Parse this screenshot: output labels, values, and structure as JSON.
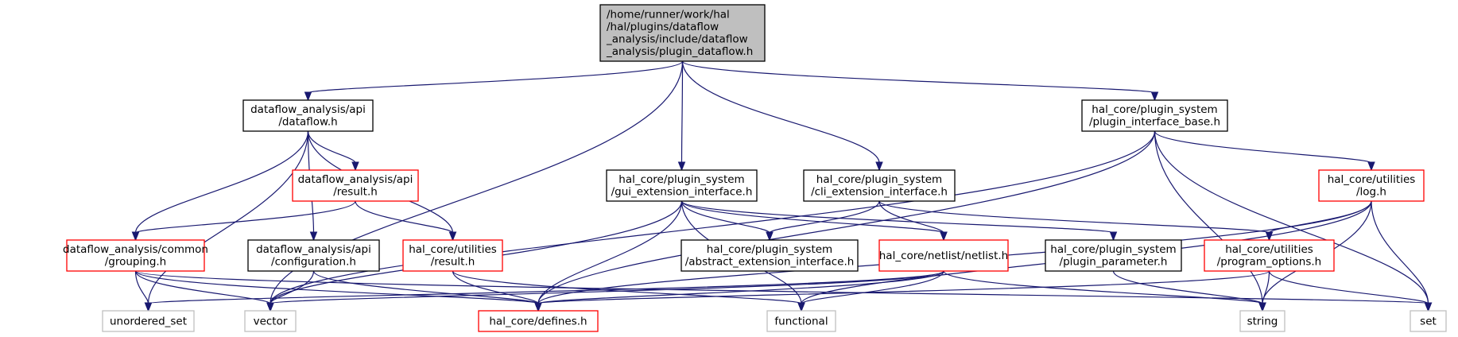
{
  "colors": {
    "root_fill": "#bfbfbf",
    "node_fill": "#ffffff",
    "border_default": "#000000",
    "border_incomplete": "#ff0000",
    "border_external": "#bfbfbf",
    "edge": "#191970",
    "external_text": "#595959"
  },
  "nodes": [
    {
      "id": "root",
      "kind": "root",
      "lines": [
        "/home/runner/work/hal",
        "/hal/plugins/dataflow",
        "_analysis/include/dataflow",
        "_analysis/plugin_dataflow.h"
      ]
    },
    {
      "id": "api_dataflow",
      "kind": "normal",
      "lines": [
        "dataflow_analysis/api",
        "/dataflow.h"
      ]
    },
    {
      "id": "plugin_interface_base",
      "kind": "normal",
      "lines": [
        "hal_core/plugin_system",
        "/plugin_interface_base.h"
      ]
    },
    {
      "id": "api_result",
      "kind": "incomplete",
      "lines": [
        "dataflow_analysis/api",
        "/result.h"
      ]
    },
    {
      "id": "gui_ext",
      "kind": "normal",
      "lines": [
        "hal_core/plugin_system",
        "/gui_extension_interface.h"
      ]
    },
    {
      "id": "cli_ext",
      "kind": "normal",
      "lines": [
        "hal_core/plugin_system",
        "/cli_extension_interface.h"
      ]
    },
    {
      "id": "log",
      "kind": "incomplete",
      "lines": [
        "hal_core/utilities",
        "/log.h"
      ]
    },
    {
      "id": "grouping",
      "kind": "incomplete",
      "lines": [
        "dataflow_analysis/common",
        "/grouping.h"
      ]
    },
    {
      "id": "configuration",
      "kind": "normal",
      "lines": [
        "dataflow_analysis/api",
        "/configuration.h"
      ]
    },
    {
      "id": "util_result",
      "kind": "incomplete",
      "lines": [
        "hal_core/utilities",
        "/result.h"
      ]
    },
    {
      "id": "abstract_ext",
      "kind": "normal",
      "lines": [
        "hal_core/plugin_system",
        "/abstract_extension_interface.h"
      ]
    },
    {
      "id": "netlist",
      "kind": "incomplete",
      "lines": [
        "hal_core/netlist/netlist.h"
      ]
    },
    {
      "id": "plugin_param",
      "kind": "normal",
      "lines": [
        "hal_core/plugin_system",
        "/plugin_parameter.h"
      ]
    },
    {
      "id": "program_options",
      "kind": "incomplete",
      "lines": [
        "hal_core/utilities",
        "/program_options.h"
      ]
    },
    {
      "id": "unordered_set",
      "kind": "external",
      "lines": [
        "unordered_set"
      ]
    },
    {
      "id": "vector",
      "kind": "external",
      "lines": [
        "vector"
      ]
    },
    {
      "id": "defines",
      "kind": "incomplete",
      "lines": [
        "hal_core/defines.h"
      ]
    },
    {
      "id": "functional",
      "kind": "external",
      "lines": [
        "functional"
      ]
    },
    {
      "id": "string",
      "kind": "external",
      "lines": [
        "string"
      ]
    },
    {
      "id": "set",
      "kind": "external",
      "lines": [
        "set"
      ]
    }
  ],
  "edges": [
    [
      "root",
      "vector"
    ],
    [
      "root",
      "api_dataflow"
    ],
    [
      "root",
      "gui_ext"
    ],
    [
      "root",
      "cli_ext"
    ],
    [
      "root",
      "plugin_interface_base"
    ],
    [
      "api_dataflow",
      "unordered_set"
    ],
    [
      "api_dataflow",
      "grouping"
    ],
    [
      "api_dataflow",
      "configuration"
    ],
    [
      "api_dataflow",
      "api_result"
    ],
    [
      "api_dataflow",
      "util_result"
    ],
    [
      "api_result",
      "grouping"
    ],
    [
      "api_result",
      "util_result"
    ],
    [
      "plugin_interface_base",
      "vector"
    ],
    [
      "plugin_interface_base",
      "defines"
    ],
    [
      "plugin_interface_base",
      "log"
    ],
    [
      "plugin_interface_base",
      "string"
    ],
    [
      "plugin_interface_base",
      "set"
    ],
    [
      "gui_ext",
      "vector"
    ],
    [
      "gui_ext",
      "defines"
    ],
    [
      "gui_ext",
      "functional"
    ],
    [
      "gui_ext",
      "abstract_ext"
    ],
    [
      "gui_ext",
      "netlist"
    ],
    [
      "gui_ext",
      "plugin_param"
    ],
    [
      "cli_ext",
      "abstract_ext"
    ],
    [
      "cli_ext",
      "netlist"
    ],
    [
      "cli_ext",
      "program_options"
    ],
    [
      "log",
      "program_options"
    ],
    [
      "log",
      "defines"
    ],
    [
      "log",
      "functional"
    ],
    [
      "log",
      "string"
    ],
    [
      "log",
      "set"
    ],
    [
      "grouping",
      "unordered_set"
    ],
    [
      "grouping",
      "vector"
    ],
    [
      "grouping",
      "defines"
    ],
    [
      "grouping",
      "set"
    ],
    [
      "configuration",
      "vector"
    ],
    [
      "configuration",
      "defines"
    ],
    [
      "util_result",
      "defines"
    ],
    [
      "util_result",
      "functional"
    ],
    [
      "netlist",
      "unordered_set"
    ],
    [
      "netlist",
      "vector"
    ],
    [
      "netlist",
      "defines"
    ],
    [
      "netlist",
      "functional"
    ],
    [
      "netlist",
      "string"
    ],
    [
      "plugin_param",
      "string"
    ],
    [
      "program_options",
      "defines"
    ],
    [
      "program_options",
      "string"
    ],
    [
      "program_options",
      "set"
    ]
  ]
}
